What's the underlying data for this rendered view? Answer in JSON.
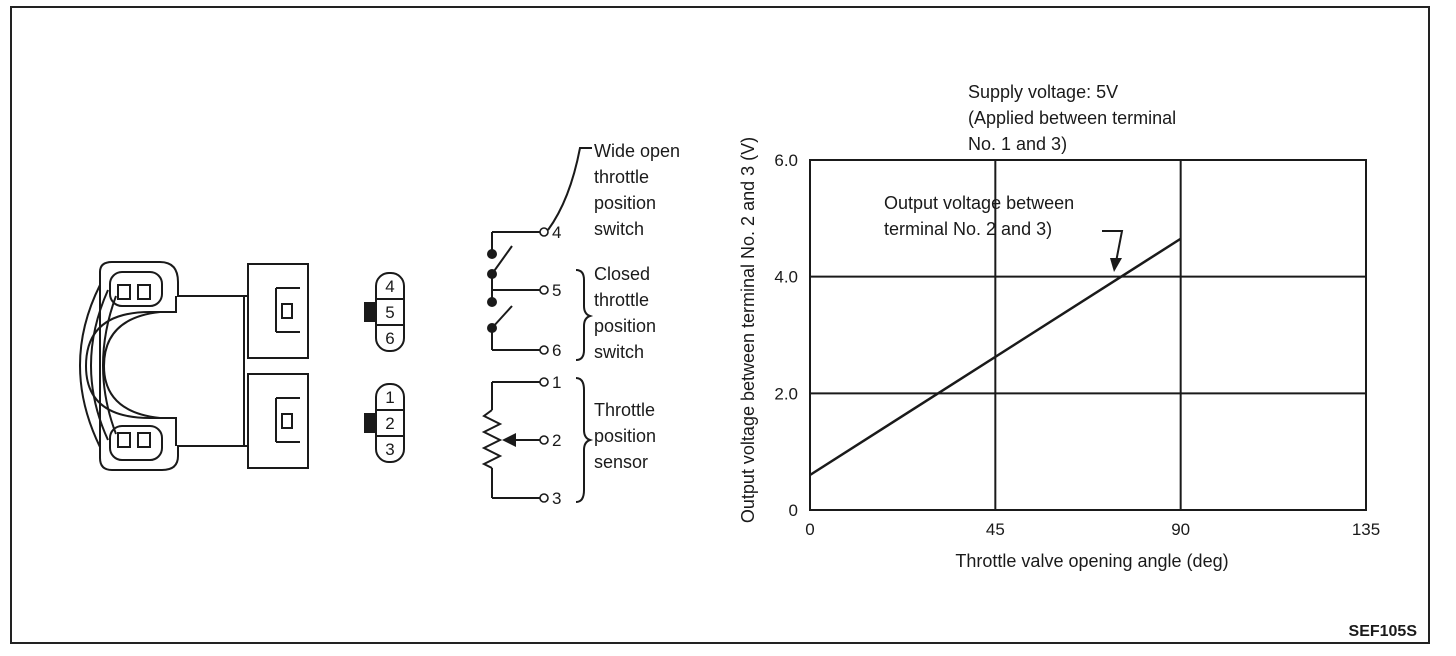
{
  "figure_code": "SEF105S",
  "connector": {
    "upper_pins": [
      "4",
      "5",
      "6"
    ],
    "lower_pins": [
      "1",
      "2",
      "3"
    ]
  },
  "circuit": {
    "terminals": [
      "4",
      "5",
      "6",
      "1",
      "2",
      "3"
    ],
    "wot_switch_label": [
      "Wide open",
      "throttle",
      "position",
      "switch"
    ],
    "closed_switch_label": [
      "Closed",
      "throttle",
      "position",
      "switch"
    ],
    "sensor_label": [
      "Throttle",
      "position",
      "sensor"
    ]
  },
  "chart_data": {
    "type": "line",
    "title": [
      "Supply voltage: 5V",
      "(Applied between terminal",
      "No. 1 and 3)"
    ],
    "xlabel": "Throttle valve opening angle (deg)",
    "ylabel": "Output voltage between terminal No. 2 and 3 (V)",
    "xlim": [
      0,
      135
    ],
    "ylim": [
      0,
      6.0
    ],
    "xticks": [
      0,
      45,
      90,
      135
    ],
    "xtick_labels": [
      "0",
      "45",
      "90",
      "135"
    ],
    "yticks": [
      0,
      2.0,
      4.0,
      6.0
    ],
    "ytick_labels": [
      "0",
      "2.0",
      "4.0",
      "6.0"
    ],
    "grid": true,
    "series": [
      {
        "x": [
          0,
          90
        ],
        "y": [
          0.6,
          4.65
        ]
      }
    ],
    "annotation": [
      "Output voltage between",
      "terminal No. 2 and 3)"
    ]
  }
}
